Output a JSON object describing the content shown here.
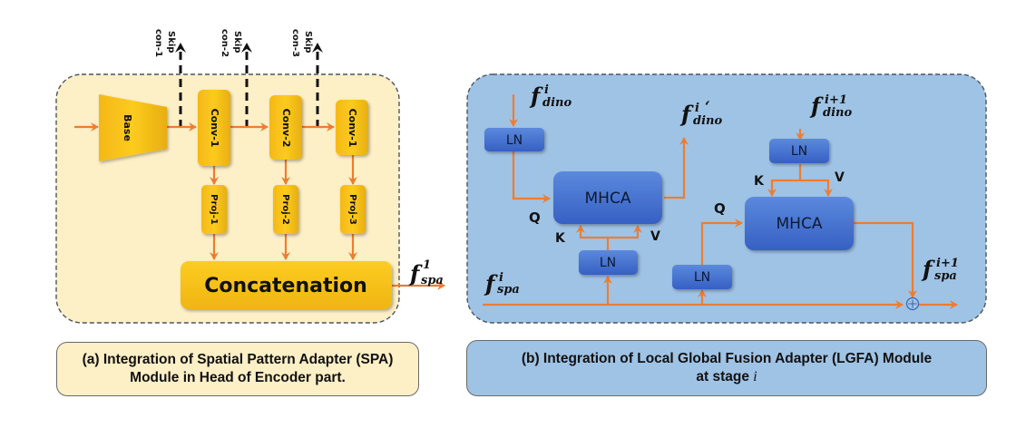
{
  "panel_a": {
    "skip_connections": [
      {
        "line1": "Skip",
        "line2": "con-1"
      },
      {
        "line1": "Skip",
        "line2": "con-2"
      },
      {
        "line1": "Skip",
        "line2": "con-3"
      }
    ],
    "base_label": "Base",
    "conv_blocks": [
      "Conv-1",
      "Conv-2",
      "Conv-1"
    ],
    "proj_blocks": [
      "Proj-1",
      "Proj-2",
      "Proj-3"
    ],
    "concat_label": "Concatenation",
    "output": {
      "base": "f",
      "sup": "1",
      "sub": "spa"
    },
    "caption": {
      "line1": "(a) Integration of Spatial Pattern Adapter (SPA)",
      "line2": "Module in Head of Encoder part."
    }
  },
  "panel_b": {
    "f_dino_i": {
      "base": "f",
      "sup": "i",
      "sub": "dino"
    },
    "f_dino_i_prime": {
      "base": "f",
      "sup": "i",
      "sub": "dino",
      "prime": "‘"
    },
    "f_dino_i1": {
      "base": "f",
      "sup": "i+1",
      "sub": "dino"
    },
    "f_spa_i": {
      "base": "f",
      "sup": "i",
      "sub": "spa"
    },
    "f_spa_i1": {
      "base": "f",
      "sup": "i+1",
      "sub": "spa"
    },
    "ln_label": "LN",
    "mhca_label": "MHCA",
    "q_label": "Q",
    "k_label": "K",
    "v_label": "V",
    "add_symbol": "+",
    "caption": {
      "line1": "(b) Integration of Local Global Fusion Adapter (LGFA) Module",
      "line2_prefix": "at stage ",
      "line2_var": "i"
    }
  },
  "colors": {
    "panel_a_bg": "#fdefc6",
    "panel_b_bg": "#9fc3e5",
    "yellow_block": "#f7c21b",
    "blue_block": "#3f6fce",
    "arrow": "#ed7d31",
    "dashed_border": "#4a5560"
  }
}
